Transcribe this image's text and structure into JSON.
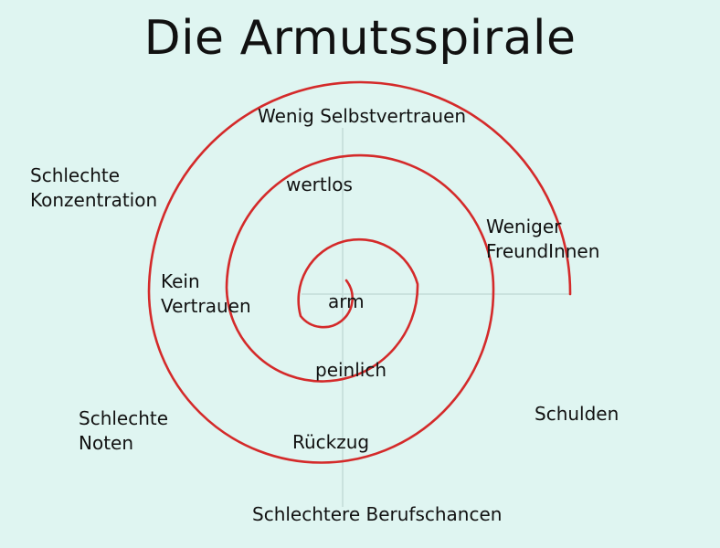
{
  "title": "Die Armutsspirale",
  "colors": {
    "background": "#dff5f1",
    "spiral": "#d42a2a",
    "axes": "#c4dcd8",
    "text": "#111111"
  },
  "labels": {
    "center": "arm",
    "ring1_top": "wertlos",
    "ring1_bottom": "peinlich",
    "ring2_left_line1": "Kein",
    "ring2_left_line2": "Vertrauen",
    "ring2_bottom": "Rückzug",
    "ring3_top": "Wenig Selbstvertrauen",
    "ring3_right_line1": "Weniger",
    "ring3_right_line2": "FreundInnen",
    "outer_topleft_line1": "Schlechte",
    "outer_topleft_line2": "Konzentration",
    "outer_bottomleft_line1": "Schlechte",
    "outer_bottomleft_line2": "Noten",
    "outer_right": "Schulden",
    "outer_bottom": "Schlechtere Berufschancen"
  }
}
